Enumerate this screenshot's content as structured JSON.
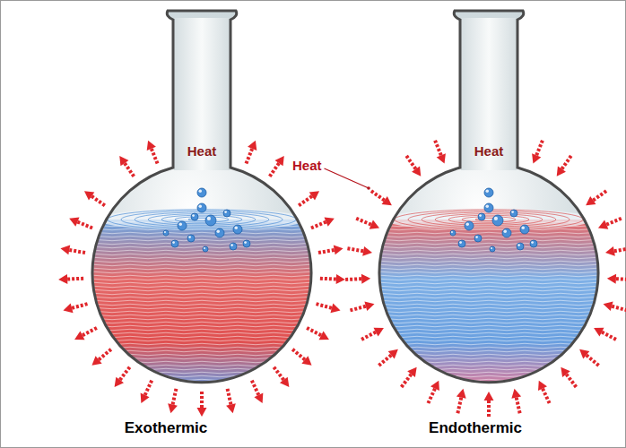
{
  "diagram": {
    "nodes": [
      {
        "text": [
          "Heat",
          "Exothermic"
        ]
      },
      {
        "text": [
          "Heat",
          "Endothermic"
        ]
      }
    ],
    "labels": [
      "Heat"
    ]
  }
}
